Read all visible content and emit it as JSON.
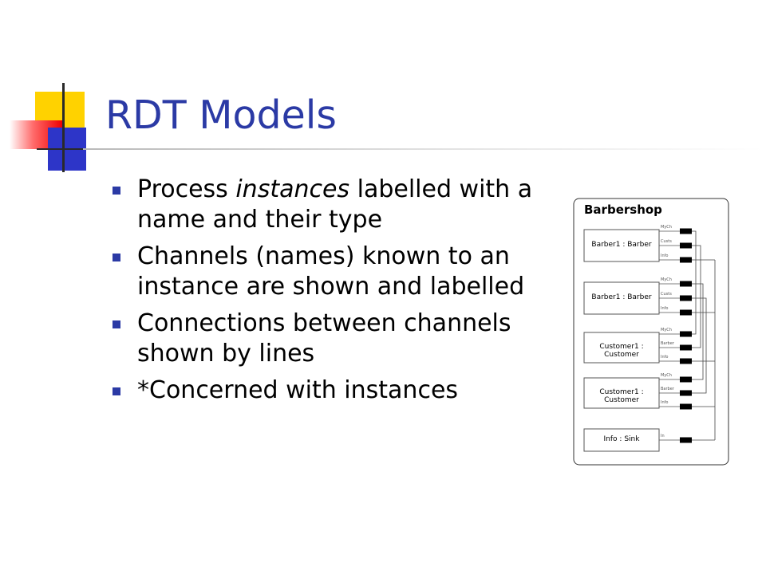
{
  "slide": {
    "title": "RDT Models",
    "bullets": [
      {
        "before": "Process ",
        "italic": "instances",
        "after": " labelled with a name and their type"
      },
      {
        "text": "Channels (names) known to an instance are shown and labelled"
      },
      {
        "text": "Connections between channels shown by lines"
      },
      {
        "text": "*Concerned with instances"
      }
    ]
  },
  "diagram": {
    "title": "Barbershop",
    "processes": [
      {
        "label": "Barber1 : Barber",
        "channels": [
          "MyCh",
          "Custs",
          "Info"
        ]
      },
      {
        "label": "Barber1 : Barber",
        "channels": [
          "MyCh",
          "Custs",
          "Info"
        ]
      },
      {
        "label": "Customer1 : Customer",
        "channels": [
          "MyCh",
          "Barber",
          "Info"
        ]
      },
      {
        "label": "Customer1 : Customer",
        "channels": [
          "MyCh",
          "Barber",
          "Info"
        ]
      },
      {
        "label": "Info : Sink",
        "channels": [
          "In"
        ]
      }
    ]
  },
  "colors": {
    "title": "#2b3aa5",
    "bullet": "#2b3aa5",
    "logo_yellow": "#ffd200",
    "logo_red": "#ee0000",
    "logo_blue": "#2d35c8"
  }
}
